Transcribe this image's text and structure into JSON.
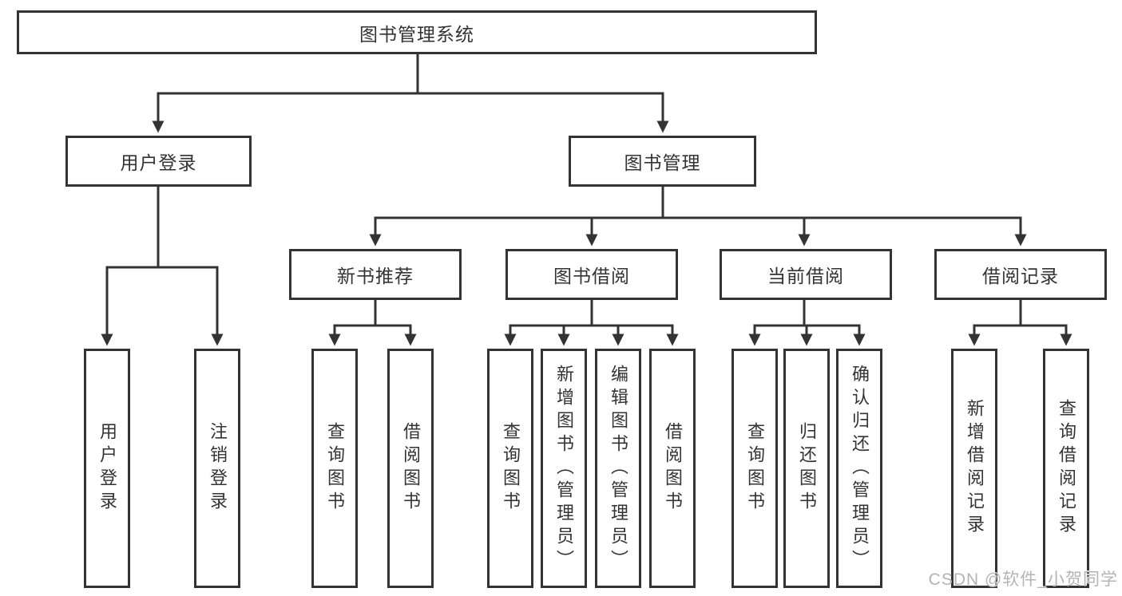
{
  "nodes": {
    "root": "图书管理系统",
    "level2": [
      "用户登录",
      "图书管理"
    ],
    "level3": [
      "新书推荐",
      "图书借阅",
      "当前借阅",
      "借阅记录"
    ],
    "leaves": {
      "login": [
        "用户登录",
        "注销登录"
      ],
      "new_book": [
        "查询图书",
        "借阅图书"
      ],
      "book_borrow": [
        "查询图书",
        "新增图书（管理员）",
        "编辑图书（管理员）",
        "借阅图书"
      ],
      "current_borrow": [
        "查询图书",
        "归还图书",
        "确认归还（管理员）"
      ],
      "borrow_records": [
        "新增借阅记录",
        "查询借阅记录"
      ]
    }
  },
  "watermark": "CSDN @软件_小贺同学",
  "colors": {
    "line": "#333333",
    "box_border": "#333333",
    "text": "#333333",
    "watermark": "#b4b4b4",
    "background": "#ffffff"
  }
}
